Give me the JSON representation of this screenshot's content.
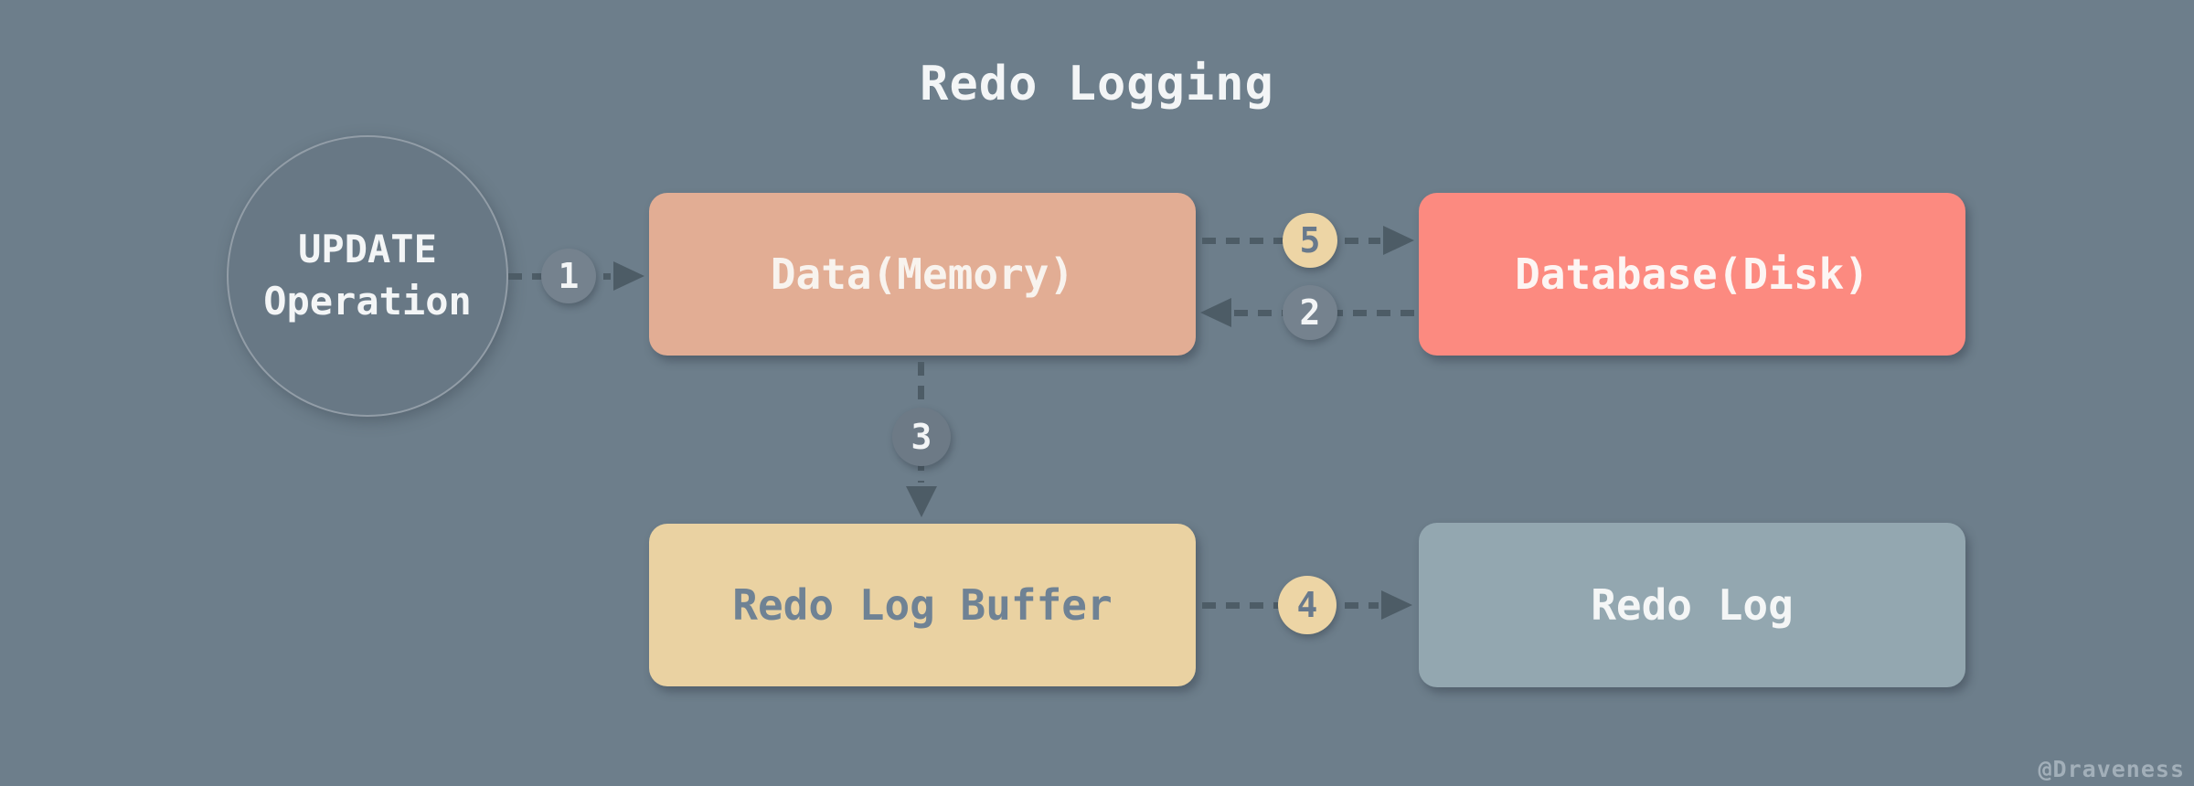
{
  "title": "Redo Logging",
  "watermark": "@Draveness",
  "colors": {
    "background": "#6d7e8b",
    "dash": "#4d5c66",
    "title_text": "#f3f5f6"
  },
  "nodes": {
    "update_operation": {
      "shape": "circle",
      "lines": [
        "UPDATE",
        "Operation"
      ],
      "bg": "#687885",
      "text_color": "#f3f5f6"
    },
    "data_memory": {
      "label": "Data(Memory)",
      "bg": "#e2ad94",
      "text_color": "#f8f3ee"
    },
    "database_disk": {
      "label": "Database(Disk)",
      "bg": "#fc8a80",
      "text_color": "#fdf5f3"
    },
    "redo_log_buffer": {
      "label": "Redo Log Buffer",
      "bg": "#ead2a2",
      "text_color": "#6f8294"
    },
    "redo_log": {
      "label": "Redo Log",
      "bg": "#93a7b0",
      "text_color": "#f4f6f6"
    }
  },
  "badges": [
    {
      "value": "1",
      "bg": "#75828e",
      "text_color": "#f3f5f6",
      "from": "update_operation",
      "to": "data_memory",
      "direction": "right"
    },
    {
      "value": "2",
      "bg": "#75828e",
      "text_color": "#f3f5f6",
      "from": "database_disk",
      "to": "data_memory",
      "direction": "left"
    },
    {
      "value": "3",
      "bg": "#6d7a86",
      "text_color": "#f3f5f6",
      "from": "data_memory",
      "to": "redo_log_buffer",
      "direction": "down"
    },
    {
      "value": "4",
      "bg": "#edd5a5",
      "text_color": "#68798c",
      "from": "redo_log_buffer",
      "to": "redo_log",
      "direction": "right"
    },
    {
      "value": "5",
      "bg": "#edd5a5",
      "text_color": "#68798c",
      "from": "data_memory",
      "to": "database_disk",
      "direction": "right"
    }
  ]
}
